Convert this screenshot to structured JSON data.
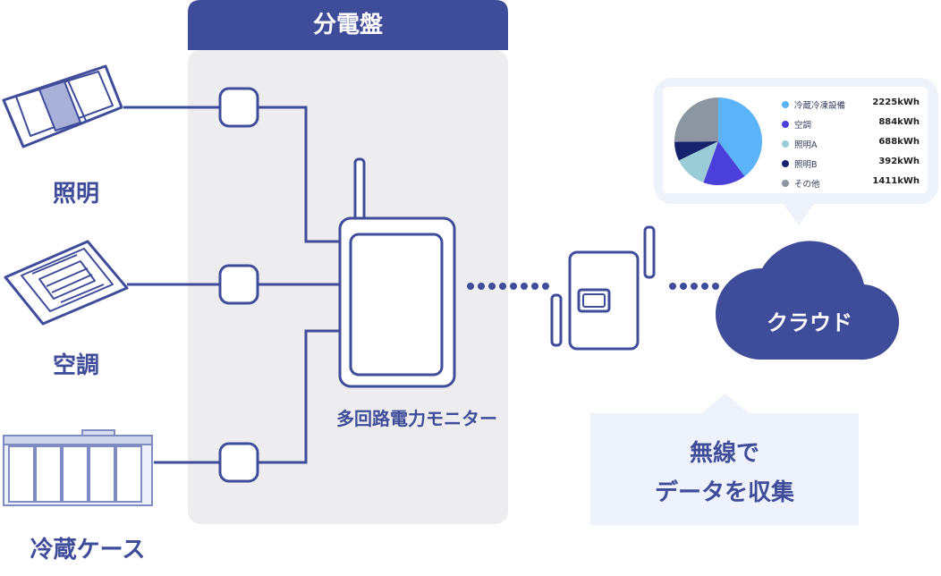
{
  "panel": {
    "title": "分電盤"
  },
  "devices": {
    "lighting": "照明",
    "air_conditioner": "空調",
    "fridge_case": "冷蔵ケース"
  },
  "monitor": {
    "label": "多回路電力モニター"
  },
  "cloud": {
    "label": "クラウド"
  },
  "wireless": {
    "line1": "無線で",
    "line2": "データを収集"
  },
  "colors": {
    "brand": "#3f4c9a",
    "panel_bg": "#ededef",
    "bubble_bg": "#eef3fb"
  },
  "chart_data": {
    "type": "pie",
    "unit": "kWh",
    "categories": [
      "冷蔵冷凍設備",
      "空調",
      "照明A",
      "照明B",
      "その他"
    ],
    "values": [
      2225,
      884,
      688,
      392,
      1411
    ],
    "value_labels": [
      "2225kWh",
      "884kWh",
      "688kWh",
      "392kWh",
      "1411kWh"
    ],
    "colors": [
      "#5bb4f7",
      "#4a3fd9",
      "#9ccbd8",
      "#16226b",
      "#8c96a3"
    ],
    "legend_position": "right"
  }
}
